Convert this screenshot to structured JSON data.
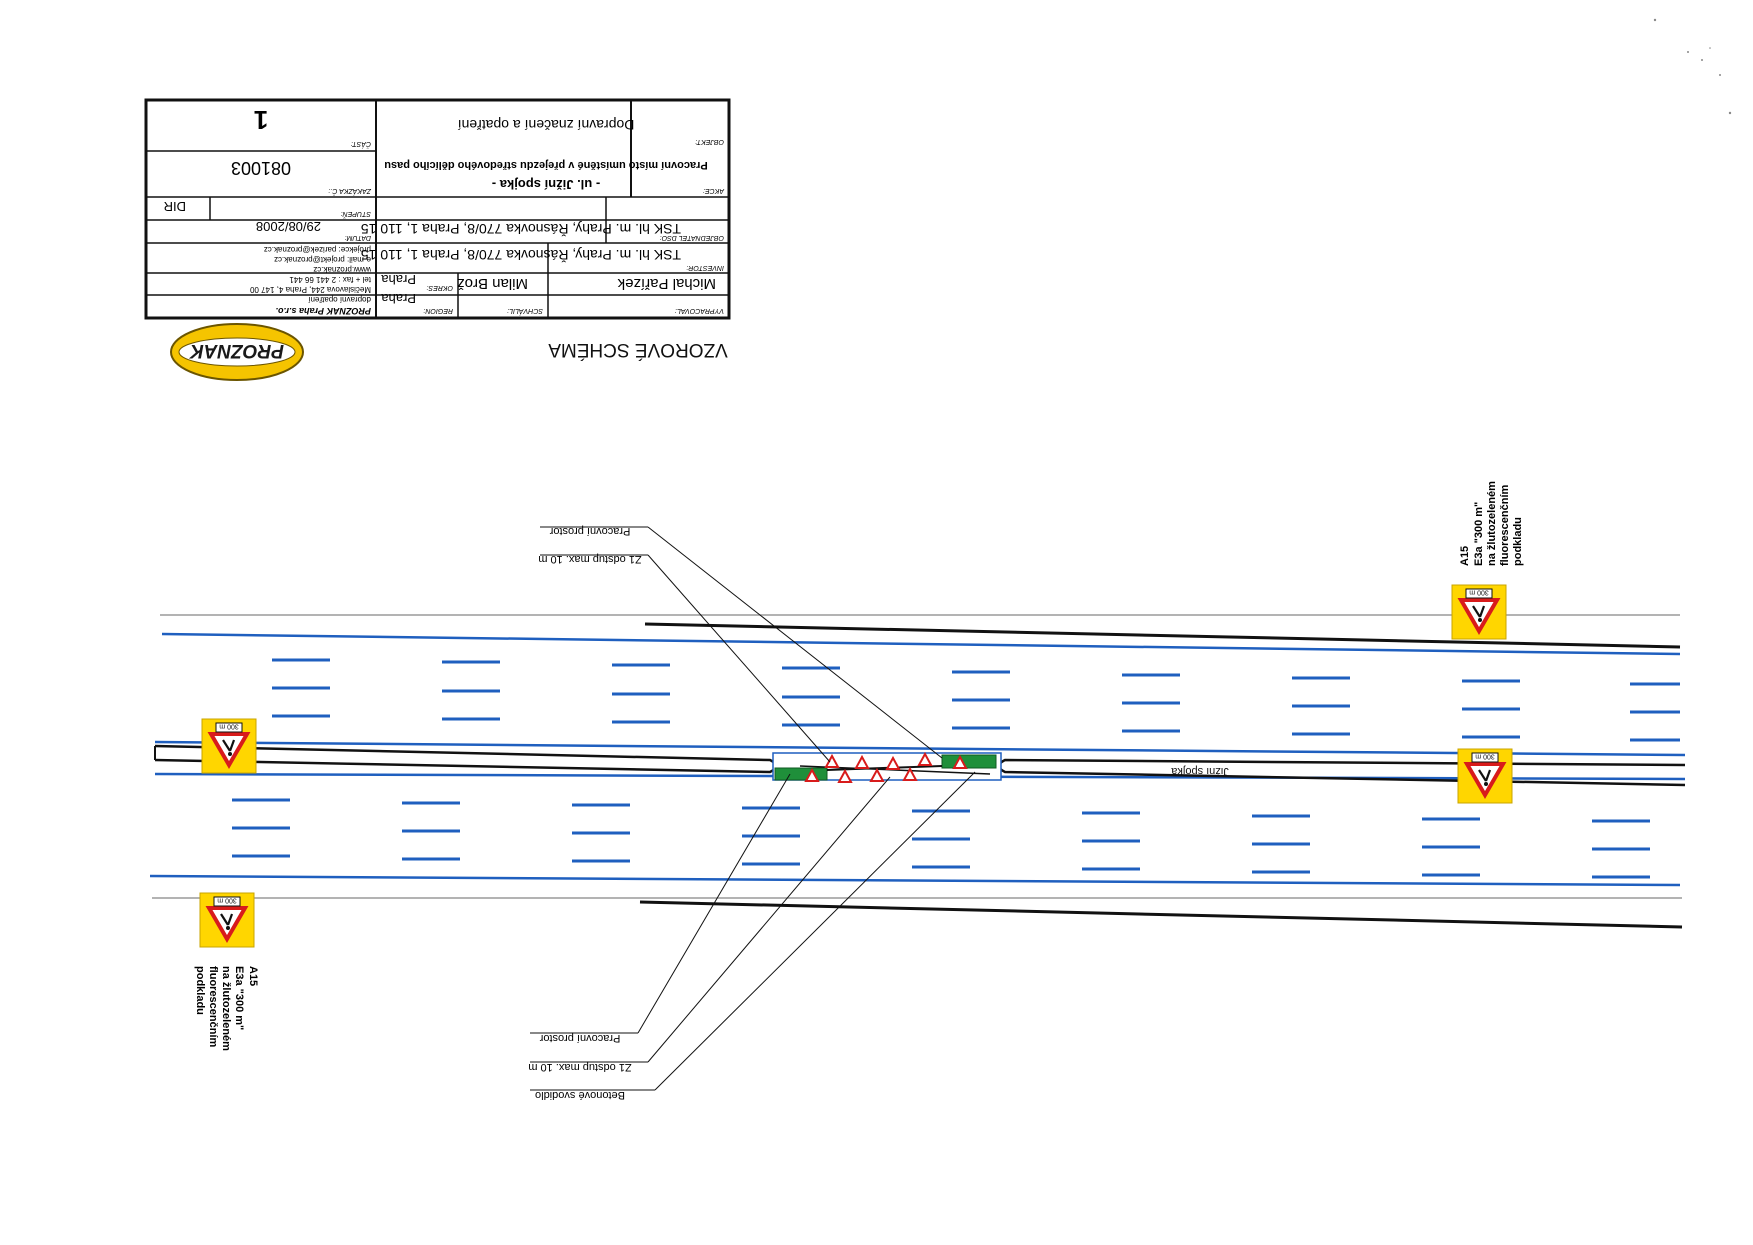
{
  "title_block": {
    "vypracoval_label": "VYPRACOVAL:",
    "vypracoval_value": "Michal Pařízek",
    "schvalil_label": "SCHVÁLIL:",
    "schvalil_value": "Milan Brož",
    "region_label": "REGION:",
    "region_value": "Praha",
    "okres_label": "OKRES:",
    "okres_value": "Praha",
    "investor_label": "INVESTOR:",
    "investor_value": "TSK hl. m. Prahy, Řásnovka 770/8, Praha 1, 110 15",
    "objednatel_label": "OBJEDNATEL DSO:",
    "objednatel_value": "TSK hl. m. Prahy, Řásnovka 770/8, Praha 1, 110 15",
    "akce_label": "AKCE:",
    "akce_line1": "- ul. Jižní spojka -",
    "akce_line2": "Pracovní místo umístěné v přejezdu středového dělícího pasu",
    "objekt_label": "OBJEKT:",
    "objekt_value": "Dopravní značení a opatření",
    "company_lines": [
      "PROZNAK Praha s.r.o.",
      "dopravní opatření",
      "Mečislavova 244, Praha 4, 147 00",
      "tel + fax : 2 441 66 441",
      "www.proznak.cz",
      "e-mail: projekt@proznak.cz",
      "projekce: parizek@proznak.cz"
    ],
    "datum_label": "DATUM:",
    "datum_value": "29/08/2008",
    "stupen_label": "STUPEŇ:",
    "stupen_value": "DIR",
    "zakazka_label": "ZAKÁZKA Č.:",
    "zakazka_value": "081003",
    "cast_label": "ČÁST:",
    "cast_value": "1"
  },
  "logo_text": "PROZNAK",
  "schema_title": "VZOROVÉ SCHÉMA",
  "road_name": "Jižní spojka",
  "sign_a15": "A15",
  "sign_e3a_line1": "E3a \"300 m\"",
  "sign_e3a_line2": "na žlutozeleném",
  "sign_e3a_line3": "fluorescenčním",
  "sign_e3a_line4": "podkladu",
  "sign_plate": "300 m",
  "label_pracovni_prostor": "Pracovní prostor",
  "label_z1_odstup": "Z1 odstup max. 10 m",
  "label_betonove_svodidlo": "Betonové svodidlo",
  "colors": {
    "lane_blue": "#1f5fbf",
    "sign_yellow": "#ffd600",
    "work_green": "#1f8f3a",
    "cone_red": "#d81b1b",
    "logo_yellow": "#f5c400"
  }
}
